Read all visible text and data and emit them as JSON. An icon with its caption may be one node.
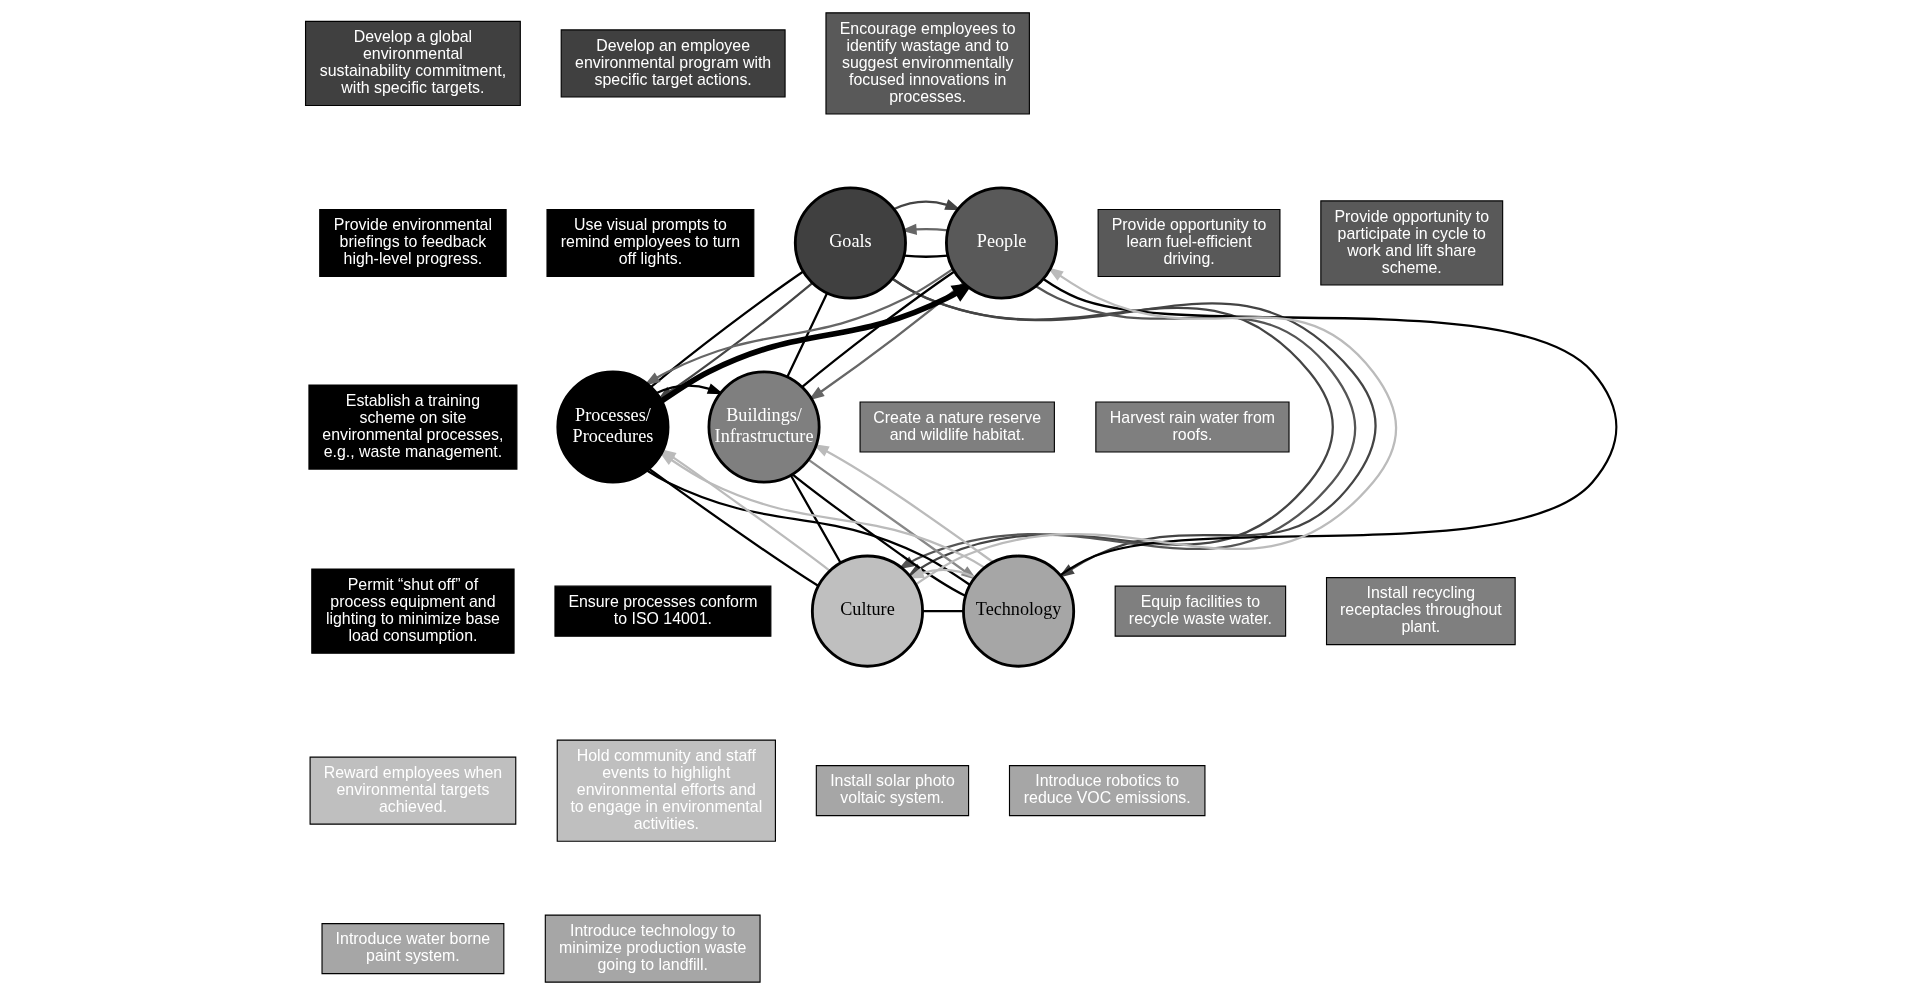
{
  "diagram": {
    "nodes": [
      {
        "text": [
          "Develop a global environmental sustainability commitment, with specific targets."
        ]
      },
      {
        "text": [
          "Develop an employee environmental program with specific target actions."
        ]
      },
      {
        "text": [
          "Encourage employees to identify wastage and to suggest environmentally focused innovations in processes."
        ]
      },
      {
        "text": [
          "Provide opportunity to learn fuel-efficient driving."
        ]
      },
      {
        "text": [
          "Provide opportunity to participate in cycle to work and lift share scheme."
        ]
      },
      {
        "text": [
          "Goals"
        ]
      },
      {
        "text": [
          "People"
        ]
      },
      {
        "text": [
          "Provide environmental briefings to feedback high-level progress."
        ]
      },
      {
        "text": [
          "Use visual prompts to remind employees to turn off lights."
        ]
      },
      {
        "text": [
          "Create a nature reserve and wildlife habitat."
        ]
      },
      {
        "text": [
          "Processes/ Procedures"
        ]
      },
      {
        "text": [
          "Buildings/ Infrastructure"
        ]
      },
      {
        "text": [
          "Harvest rain water from roofs."
        ]
      },
      {
        "text": [
          "Establish a training scheme on site environmental processes, e.g., waste management."
        ]
      },
      {
        "text": [
          "Ensure processes conform to ISO 14001."
        ]
      },
      {
        "text": [
          "Equip facilities to recycle waste water."
        ]
      },
      {
        "text": [
          "Install recycling receptacles throughout plant."
        ]
      },
      {
        "text": [
          "Permit “shut off” of process equipment and lighting to minimize base load consumption."
        ]
      },
      {
        "text": [
          "Culture"
        ]
      },
      {
        "text": [
          "Technology"
        ]
      },
      {
        "text": [
          "Reward employees when environmental targets achieved."
        ]
      },
      {
        "text": [
          "Hold community and staff events to highlight environmental efforts and to engage in environmental activities."
        ]
      },
      {
        "text": [
          "Install solar photo voltaic system."
        ]
      },
      {
        "text": [
          "Introduce robotics to reduce VOC emissions."
        ]
      },
      {
        "text": [
          "Introduce water borne paint system."
        ]
      },
      {
        "text": [
          "Introduce technology to minimize production waste going to landfill."
        ]
      }
    ],
    "edges": [
      {
        "from": 5,
        "to": 6,
        "arrow": "none"
      },
      {
        "from": 5,
        "to": 11,
        "arrow": "none"
      },
      {
        "from": 5,
        "to": 10,
        "arrow": "none"
      },
      {
        "from": 6,
        "to": 11,
        "arrow": "none"
      },
      {
        "from": 6,
        "to": 19,
        "arrow": "none"
      },
      {
        "from": 10,
        "to": 19,
        "arrow": "none"
      },
      {
        "from": 10,
        "to": 18,
        "arrow": "none"
      },
      {
        "from": 18,
        "to": 11,
        "arrow": "none"
      },
      {
        "from": 11,
        "to": 19,
        "arrow": "none"
      },
      {
        "from": 18,
        "to": 19,
        "arrow": "none"
      },
      {
        "from": 6,
        "to": 5,
        "arrow": "to",
        "color": "#666666"
      },
      {
        "from": 5,
        "to": 6,
        "arrow": "to",
        "color": "#444444"
      },
      {
        "from": 5,
        "to": 10,
        "arrow": "to",
        "color": "#444444"
      },
      {
        "from": 5,
        "to": 18,
        "arrow": "to",
        "color": "#444444"
      },
      {
        "from": 5,
        "to": 19,
        "arrow": "to",
        "color": "#444444"
      },
      {
        "from": 10,
        "to": 6,
        "arrow": "to",
        "style": "thick"
      },
      {
        "from": 6,
        "to": 10,
        "arrow": "to",
        "color": "#666666"
      },
      {
        "from": 10,
        "to": 11,
        "arrow": "to"
      },
      {
        "from": 6,
        "to": 11,
        "arrow": "to",
        "color": "#666666"
      },
      {
        "from": 18,
        "to": 6,
        "arrow": "to",
        "color": "#bbbbbb"
      },
      {
        "from": 6,
        "to": 18,
        "arrow": "to",
        "color": "#555555"
      },
      {
        "from": 19,
        "to": 10,
        "arrow": "to",
        "color": "#bbbbbb"
      },
      {
        "from": 18,
        "to": 10,
        "arrow": "to",
        "color": "#bbbbbb"
      },
      {
        "from": 11,
        "to": 19,
        "arrow": "to",
        "color": "#888888"
      },
      {
        "from": 19,
        "to": 11,
        "arrow": "to",
        "color": "#bbbbbb"
      },
      {
        "from": 19,
        "to": 18,
        "arrow": "to",
        "color": "#bbbbbb"
      }
    ]
  }
}
